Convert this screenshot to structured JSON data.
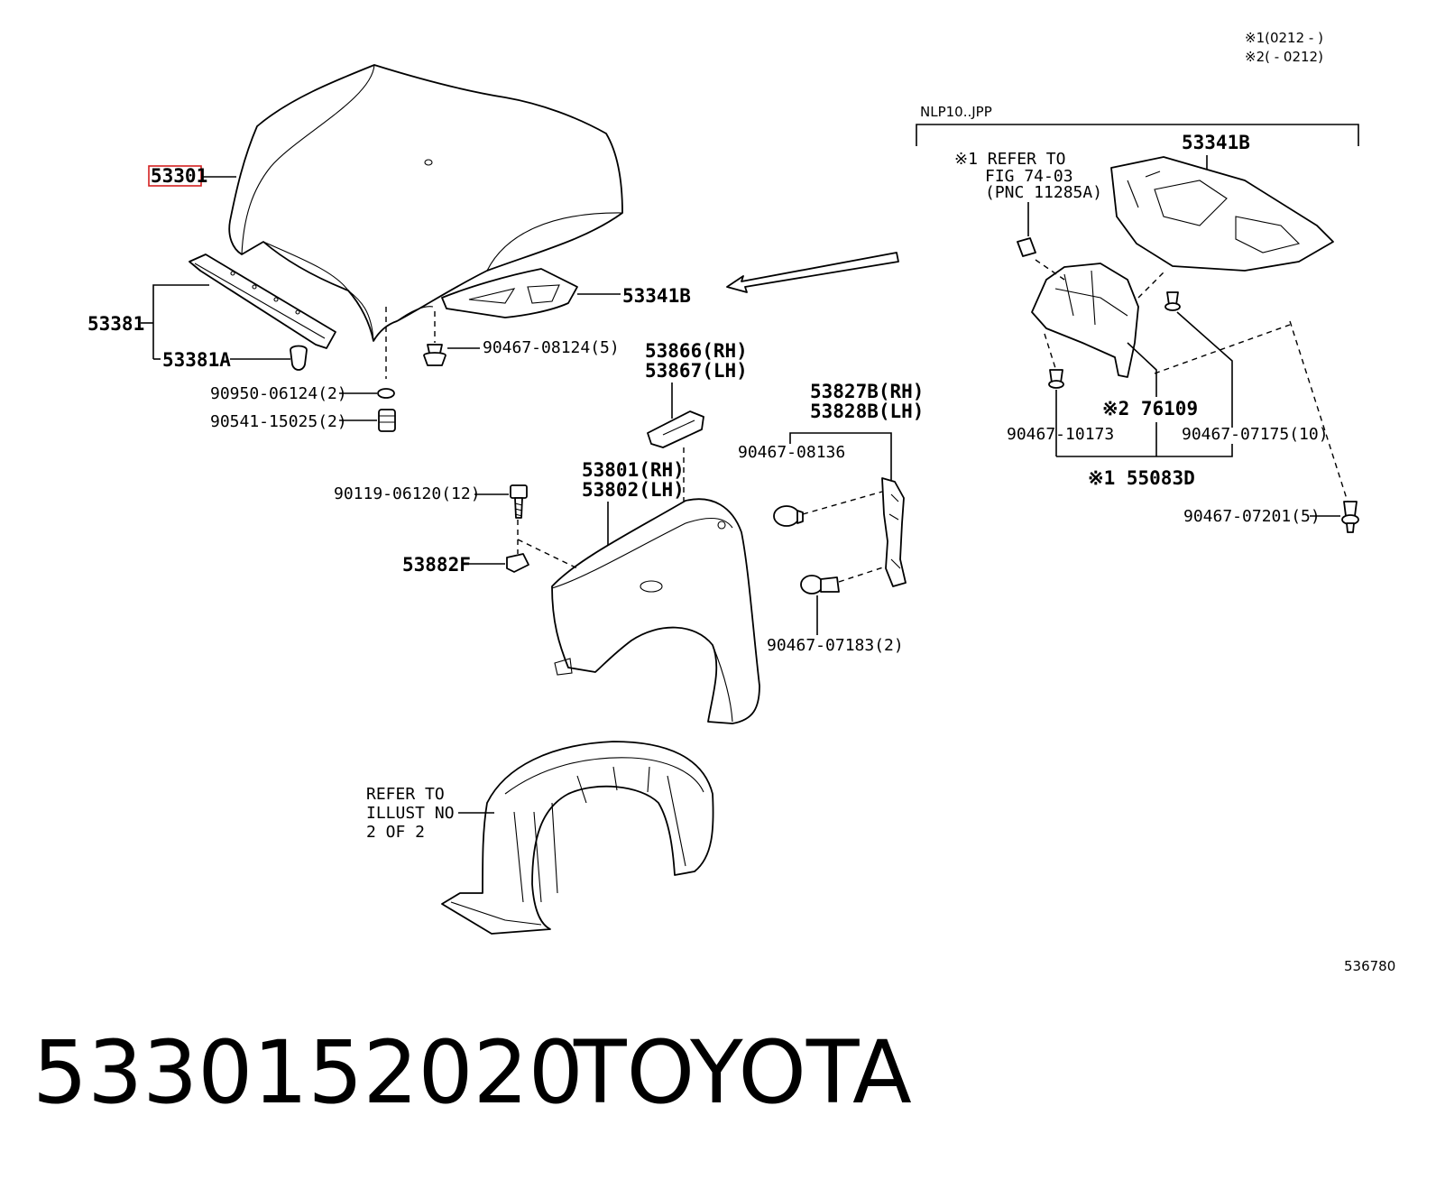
{
  "notes": {
    "range1": "※1(0212 -    )",
    "range2": "※2(    - 0212)",
    "variant": "NLP10..JPP",
    "diagram_id": "536780"
  },
  "callouts": {
    "p53301": "53301",
    "p53381": "53381",
    "p53381A": "53381A",
    "p53341B_left": "53341B",
    "p90467_08124": "90467-08124(5)",
    "p90950_06124": "90950-06124(2)",
    "p90541_15025": "90541-15025(2)",
    "p53866": "53866(RH)",
    "p53867": "53867(LH)",
    "p53801": "53801(RH)",
    "p53802": "53802(LH)",
    "p90119_06120": "90119-06120(12)",
    "p53882F": "53882F",
    "p53827B": "53827B(RH)",
    "p53828B": "53828B(LH)",
    "p90467_08136": "90467-08136",
    "p90467_07183": "90467-07183(2)",
    "refer_illust_1": "REFER TO",
    "refer_illust_2": "ILLUST NO",
    "refer_illust_3": "2 OF 2",
    "p53341B_right": "53341B",
    "refer_fig_1": "※1 REFER TO",
    "refer_fig_2": "FIG 74-03",
    "refer_fig_3": "(PNC 11285A)",
    "p76109": "※2 76109",
    "p90467_10173": "90467-10173",
    "p90467_07175": "90467-07175(10)",
    "p55083D": "※1 55083D",
    "p90467_07201": "90467-07201(5)"
  },
  "footer": {
    "part_number": "5330152020",
    "brand": "TOYOTA"
  }
}
